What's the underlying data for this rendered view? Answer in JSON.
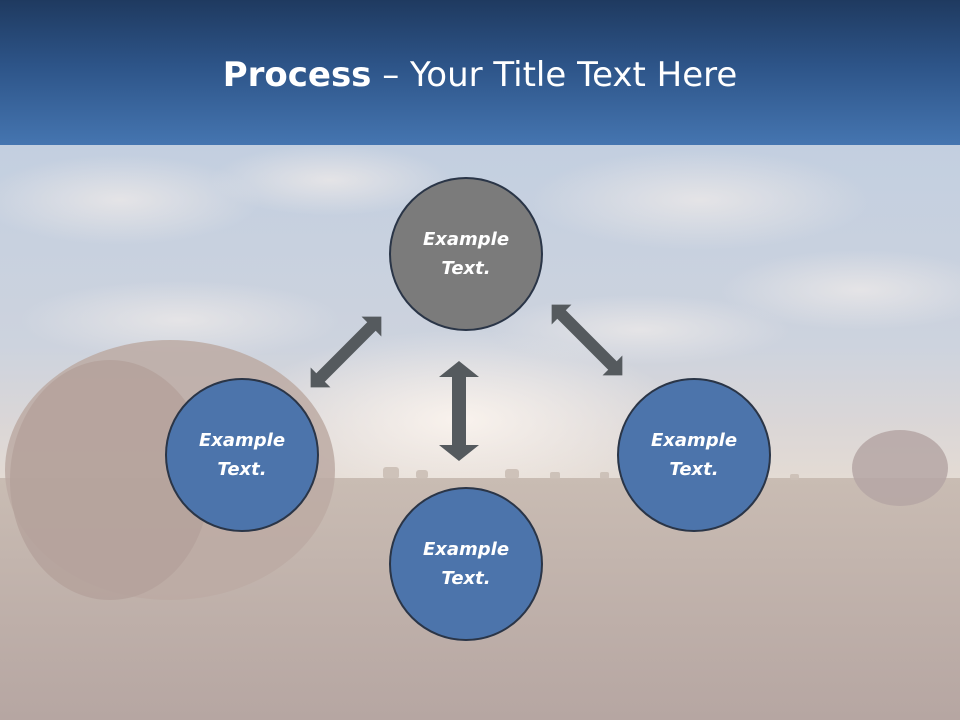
{
  "title": {
    "bold": "Process",
    "rest": " – Your Title Text Here"
  },
  "nodes": [
    {
      "line1": "Example",
      "line2": "Text.",
      "color": "#7b7b7b"
    },
    {
      "line1": "Example",
      "line2": "Text.",
      "color": "#4c74ab"
    },
    {
      "line1": "Example",
      "line2": "Text.",
      "color": "#4c74ab"
    },
    {
      "line1": "Example",
      "line2": "Text.",
      "color": "#4c74ab"
    }
  ],
  "colors": {
    "header_top": "#1f3a60",
    "header_bottom": "#4575b0",
    "arrow": "#555a5e",
    "node_border": "#2a3547"
  }
}
